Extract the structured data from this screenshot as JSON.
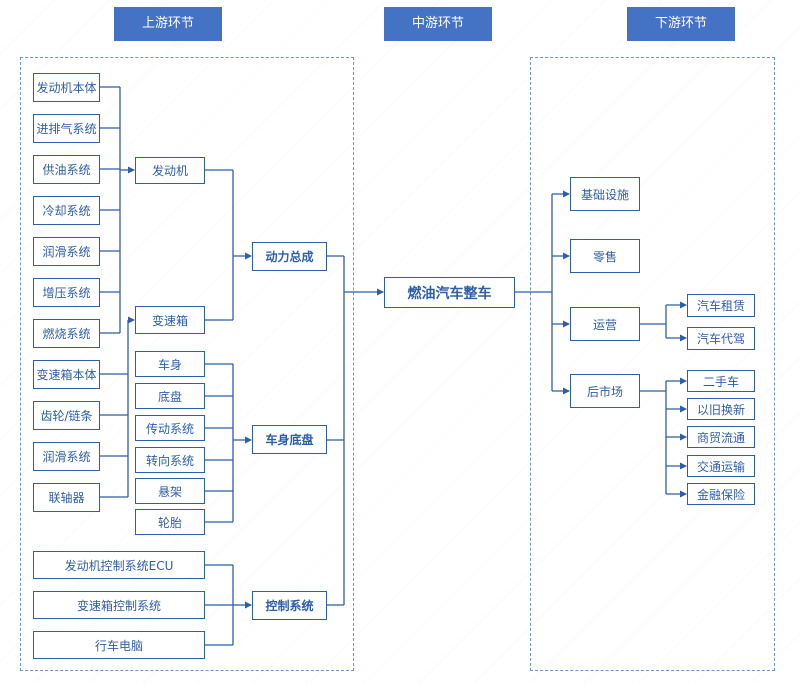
{
  "headers": {
    "upstream": "上游环节",
    "midstream": "中游环节",
    "downstream": "下游环节"
  },
  "upstream": {
    "engine_parts": [
      "发动机本体",
      "进排气系统",
      "供油系统",
      "冷却系统",
      "润滑系统",
      "增压系统",
      "燃烧系统"
    ],
    "gearbox_parts": [
      "变速箱本体",
      "齿轮/链条",
      "润滑系统",
      "联轴器"
    ],
    "engine": "发动机",
    "gearbox": "变速箱",
    "chassis_parts": [
      "车身",
      "底盘",
      "传动系统",
      "转向系统",
      "悬架",
      "轮胎"
    ],
    "control_parts": [
      "发动机控制系统ECU",
      "变速箱控制系统",
      "行车电脑"
    ],
    "powertrain": "动力总成",
    "chassis": "车身底盘",
    "control": "控制系统"
  },
  "midstream": {
    "vehicle": "燃油汽车整车"
  },
  "downstream": {
    "infrastructure": "基础设施",
    "retail": "零售",
    "operation": "运营",
    "aftermarket": "后市场",
    "operation_items": [
      "汽车租赁",
      "汽车代驾"
    ],
    "aftermarket_items": [
      "二手车",
      "以旧换新",
      "商贸流通",
      "交通运输",
      "金融保险"
    ]
  },
  "colors": {
    "accent": "#4472c4",
    "line": "#2f5ea8"
  }
}
